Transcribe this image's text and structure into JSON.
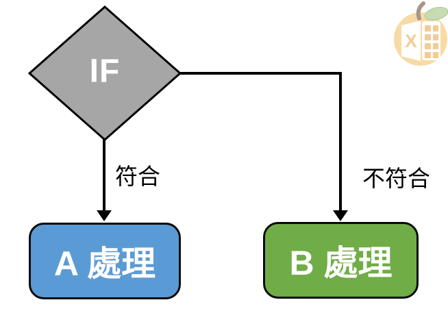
{
  "diagram": {
    "condition": {
      "label": "IF"
    },
    "branches": {
      "true": {
        "label": "符合"
      },
      "false": {
        "label": "不符合"
      }
    },
    "nodes": {
      "a": {
        "label": "A 處理"
      },
      "b": {
        "label": "B 處理"
      }
    },
    "colors": {
      "diamond_fill": "#A6A6A6",
      "node_a_fill": "#5B9BD5",
      "node_b_fill": "#70AD47",
      "stroke": "#000000",
      "shape_text": "#FFFFFF",
      "label_text": "#000000"
    }
  },
  "logo": {
    "letter": "X",
    "colors": {
      "fruit": "#F7DAA5",
      "leaf": "#C8DCB4",
      "leaf_edge": "#B5CfA0",
      "stem": "#A79689",
      "paper": "#FFFFFF",
      "cells": "#F2CC96"
    }
  }
}
